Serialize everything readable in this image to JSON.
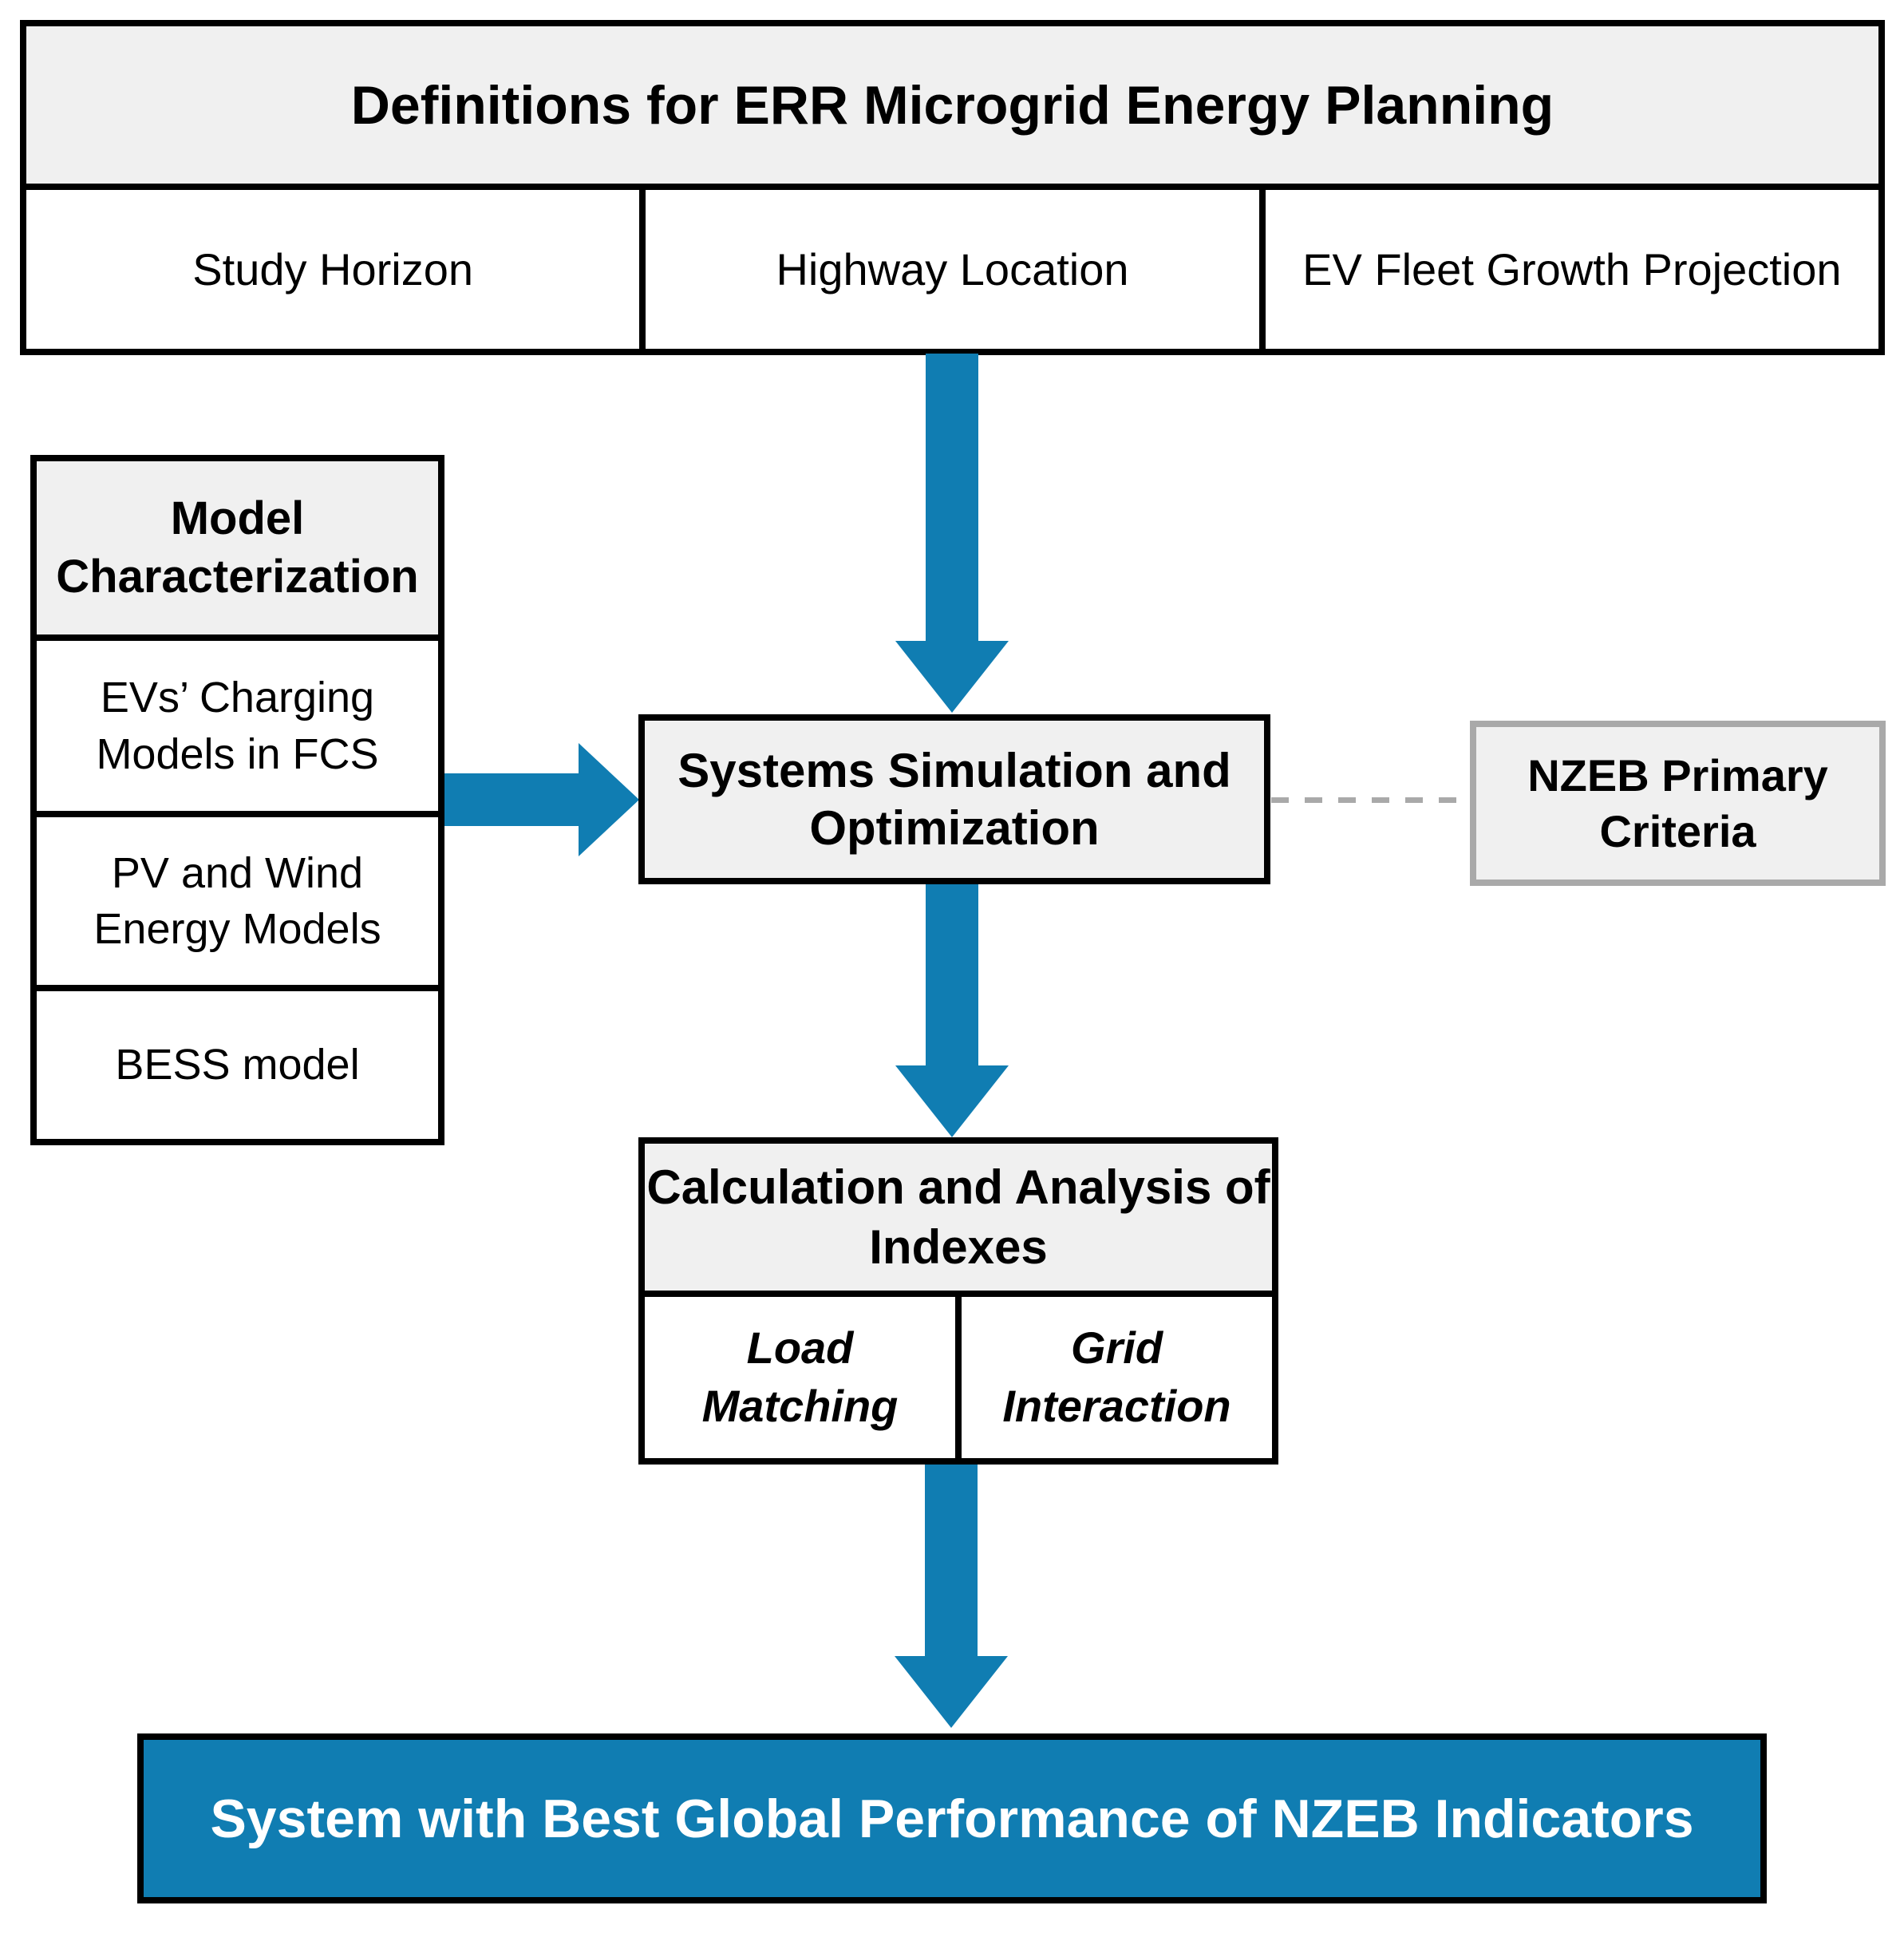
{
  "definitions": {
    "title": "Definitions for ERR Microgrid Energy Planning",
    "items": [
      "Study Horizon",
      "Highway Location",
      "EV Fleet Growth Projection"
    ]
  },
  "model_characterization": {
    "title": "Model Characterization",
    "items": [
      "EVs’ Charging Models in FCS",
      "PV and Wind Energy Models",
      "BESS model"
    ]
  },
  "systems": {
    "label": "Systems Simulation and Optimization"
  },
  "nzeb": {
    "label": "NZEB Primary Criteria"
  },
  "calculation": {
    "title": "Calculation and Analysis of Indexes",
    "items": [
      "Load Matching",
      "Grid Interaction"
    ]
  },
  "result": {
    "label": "System with Best Global Performance of NZEB Indicators"
  },
  "icons": {
    "flow_arrow": "down-arrow-icon",
    "input_arrow": "right-arrow-icon"
  },
  "colors": {
    "arrow_blue": "#107db2",
    "box_fill_gray": "#f0f0f0",
    "border_black": "#000000",
    "nzeb_border_gray": "#a9a9a9",
    "result_text_white": "#ffffff"
  }
}
